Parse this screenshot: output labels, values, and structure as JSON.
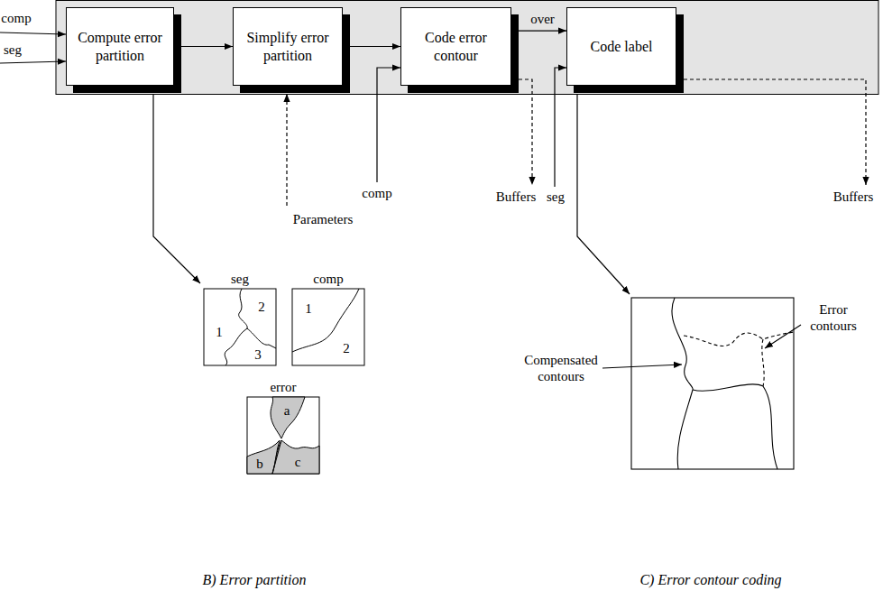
{
  "diagram": {
    "nodes": [
      {
        "text": [
          "Compute error partition"
        ]
      },
      {
        "text": [
          "Simplify error partition"
        ]
      },
      {
        "text": [
          "Code error contour"
        ]
      },
      {
        "text": [
          "Code label"
        ]
      }
    ],
    "edges": [
      {
        "from": 0,
        "to": 1,
        "arrow": "to"
      },
      {
        "from": 1,
        "to": 2,
        "arrow": "to"
      },
      {
        "from": 2,
        "to": 3,
        "label": "over",
        "arrow": "to"
      }
    ],
    "labels": [
      "comp",
      "seg",
      "Parameters",
      "comp",
      "Buffers",
      "seg",
      "Buffers",
      "seg",
      "1",
      "2",
      "3",
      "comp",
      "1",
      "2",
      "error",
      "a",
      "b",
      "c",
      "Compensated contours",
      "Error contours",
      "B) Error partition",
      "C) Error contour coding"
    ]
  }
}
